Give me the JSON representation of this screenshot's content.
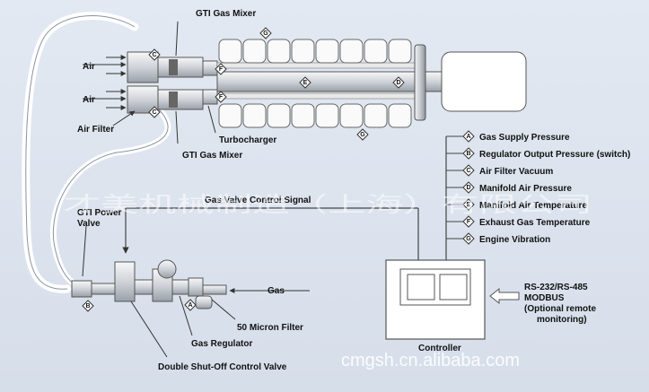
{
  "labels": {
    "gti_gas_mixer_top": "GTI Gas Mixer",
    "air_1": "Air",
    "air_2": "Air",
    "air_filter": "Air Filter",
    "turbocharger": "Turbocharger",
    "gti_gas_mixer_bottom": "GTI Gas Mixer",
    "gas_valve_control_signal": "Gas Valve Control Signal",
    "gti_power_valve_line1": "GTI Power",
    "gti_power_valve_line2": "Valve",
    "gas": "Gas",
    "micron_filter": "50 Micron Filter",
    "gas_regulator": "Gas Regulator",
    "double_shutoff": "Double Shut-Off Control Valve",
    "controller": "Controller",
    "rs232_line1": "RS-232/RS-485",
    "rs232_line2": "MODBUS",
    "rs232_line3": "(Optional remote",
    "rs232_line4": "monitoring)"
  },
  "diagram_tags": {
    "c_top": "C",
    "c_bottom": "C",
    "f_top": "F",
    "f_bottom": "F",
    "g_top": "G",
    "g_bottom": "G",
    "e": "E",
    "d": "D",
    "b": "B",
    "a": "A"
  },
  "legend": [
    {
      "letter": "A",
      "text": "Gas Supply Pressure"
    },
    {
      "letter": "B",
      "text": "Regulator Output Pressure (switch)"
    },
    {
      "letter": "C",
      "text": "Air Filter Vacuum"
    },
    {
      "letter": "D",
      "text": "Manifold Air Pressure"
    },
    {
      "letter": "E",
      "text": "Manifold Air Temperature"
    },
    {
      "letter": "F",
      "text": "Exhaust Gas Temperature"
    },
    {
      "letter": "G",
      "text": "Engine Vibration"
    }
  ],
  "watermarks": {
    "company": "才美机械制造（上海）有限公司",
    "website": "cmgsh.cn.alibaba.com"
  }
}
